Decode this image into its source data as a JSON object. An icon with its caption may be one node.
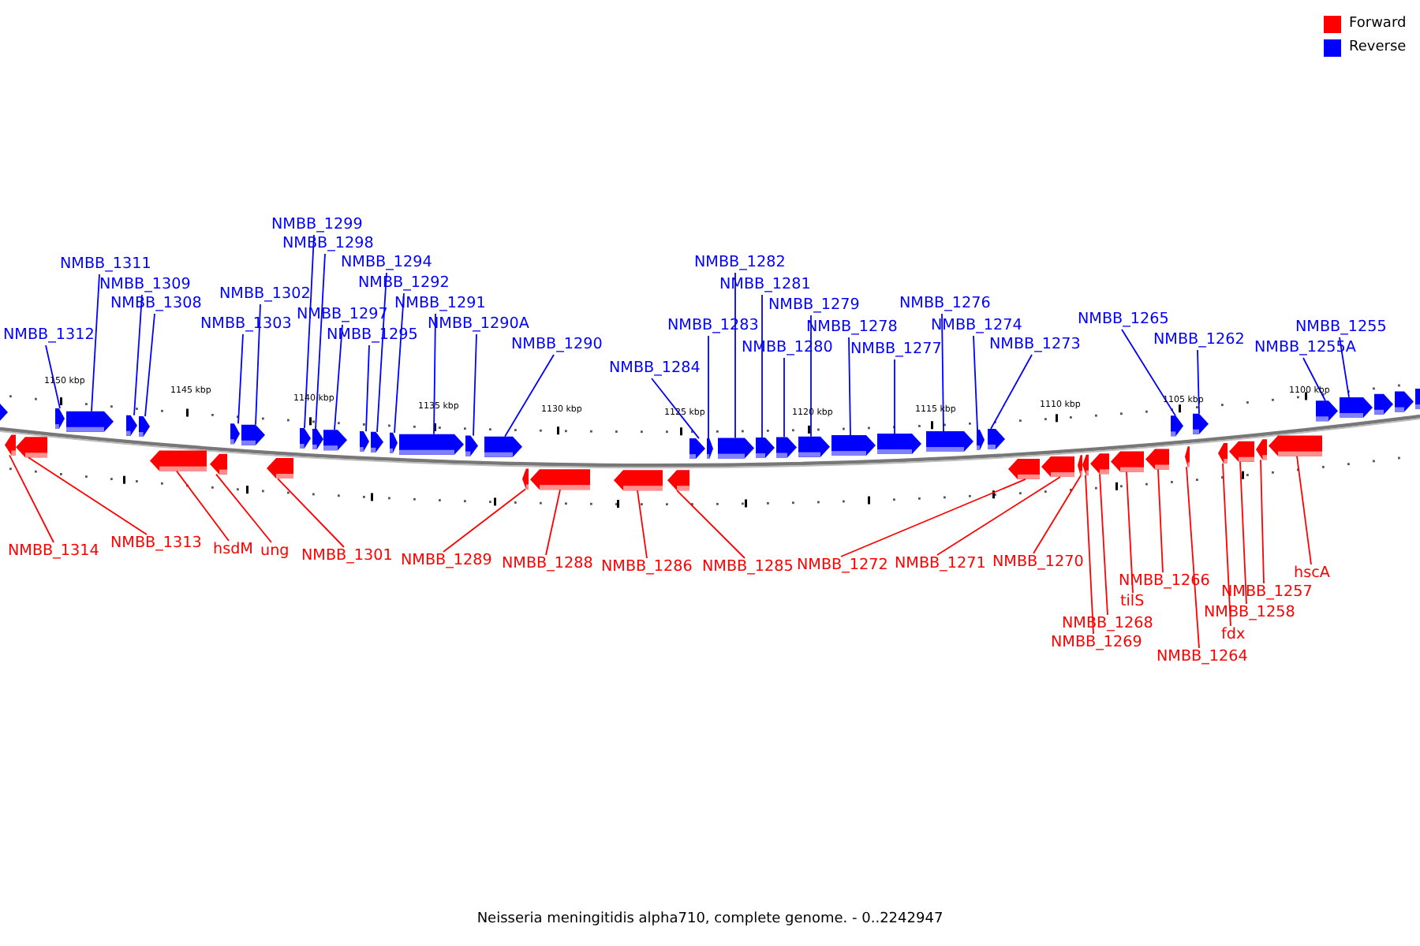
{
  "diagram": {
    "caption": "Neisseria meningitidis alpha710, complete genome. - 0..2242947",
    "nodes": [
      {
        "text": [
          "NMBB_1312"
        ]
      },
      {
        "text": [
          "NMBB_1311"
        ]
      },
      {
        "text": [
          "NMBB_1309"
        ]
      },
      {
        "text": [
          "NMBB_1308"
        ]
      },
      {
        "text": [
          "NMBB_1302"
        ]
      },
      {
        "text": [
          "NMBB_1303"
        ]
      },
      {
        "text": [
          "NMBB_1299"
        ]
      },
      {
        "text": [
          "NMBB_1298"
        ]
      },
      {
        "text": [
          "NMBB_1297"
        ]
      },
      {
        "text": [
          "NMBB_1294"
        ]
      },
      {
        "text": [
          "NMBB_1292"
        ]
      },
      {
        "text": [
          "NMBB_1295"
        ]
      },
      {
        "text": [
          "NMBB_1291"
        ]
      },
      {
        "text": [
          "NMBB_1290A"
        ]
      },
      {
        "text": [
          "NMBB_1290"
        ]
      },
      {
        "text": [
          "NMBB_1284"
        ]
      },
      {
        "text": [
          "NMBB_1283"
        ]
      },
      {
        "text": [
          "NMBB_1282"
        ]
      },
      {
        "text": [
          "NMBB_1281"
        ]
      },
      {
        "text": [
          "NMBB_1280"
        ]
      },
      {
        "text": [
          "NMBB_1279"
        ]
      },
      {
        "text": [
          "NMBB_1278"
        ]
      },
      {
        "text": [
          "NMBB_1277"
        ]
      },
      {
        "text": [
          "NMBB_1276"
        ]
      },
      {
        "text": [
          "NMBB_1274"
        ]
      },
      {
        "text": [
          "NMBB_1273"
        ]
      },
      {
        "text": [
          "NMBB_1265"
        ]
      },
      {
        "text": [
          "NMBB_1262"
        ]
      },
      {
        "text": [
          "NMBB_1255A"
        ]
      },
      {
        "text": [
          "NMBB_1255"
        ]
      },
      {
        "text": [
          "NMBB_1314"
        ]
      },
      {
        "text": [
          "NMBB_1313"
        ]
      },
      {
        "text": [
          "hsdM"
        ]
      },
      {
        "text": [
          "ung"
        ]
      },
      {
        "text": [
          "NMBB_1301"
        ]
      },
      {
        "text": [
          "NMBB_1289"
        ]
      },
      {
        "text": [
          "NMBB_1288"
        ]
      },
      {
        "text": [
          "NMBB_1286"
        ]
      },
      {
        "text": [
          "NMBB_1285"
        ]
      },
      {
        "text": [
          "NMBB_1272"
        ]
      },
      {
        "text": [
          "NMBB_1271"
        ]
      },
      {
        "text": [
          "NMBB_1270"
        ]
      },
      {
        "text": [
          "NMBB_1266"
        ]
      },
      {
        "text": [
          "tilS"
        ]
      },
      {
        "text": [
          "NMBB_1268"
        ]
      },
      {
        "text": [
          "NMBB_1269"
        ]
      },
      {
        "text": [
          "NMBB_1264"
        ]
      },
      {
        "text": [
          "NMBB_1257"
        ]
      },
      {
        "text": [
          "NMBB_1258"
        ]
      },
      {
        "text": [
          "fdx"
        ]
      },
      {
        "text": [
          "hscA"
        ]
      },
      {
        "text": [],
        "shape": "arrow"
      },
      {
        "text": [],
        "shape": "arrow"
      },
      {
        "text": [],
        "shape": "arrow"
      },
      {
        "text": [],
        "shape": "arrow"
      },
      {
        "text": [],
        "shape": "arrow"
      },
      {
        "text": [],
        "shape": "arrow"
      },
      {
        "text": [],
        "shape": "arrow"
      },
      {
        "text": [],
        "shape": "arrow"
      },
      {
        "text": [],
        "shape": "arrow"
      },
      {
        "text": [],
        "shape": "arrow"
      },
      {
        "text": [],
        "shape": "arrow"
      },
      {
        "text": [],
        "shape": "arrow"
      },
      {
        "text": [],
        "shape": "arrow"
      },
      {
        "text": [],
        "shape": "arrow"
      },
      {
        "text": [],
        "shape": "arrow"
      },
      {
        "text": [],
        "shape": "arrow"
      },
      {
        "text": [],
        "shape": "arrow"
      },
      {
        "text": [],
        "shape": "arrow"
      },
      {
        "text": [],
        "shape": "arrow"
      },
      {
        "text": [],
        "shape": "arrow"
      },
      {
        "text": [],
        "shape": "arrow"
      },
      {
        "text": [],
        "shape": "arrow"
      },
      {
        "text": [],
        "shape": "arrow"
      },
      {
        "text": [],
        "shape": "arrow"
      },
      {
        "text": [],
        "shape": "arrow"
      },
      {
        "text": [],
        "shape": "arrow"
      },
      {
        "text": [],
        "shape": "arrow"
      },
      {
        "text": [],
        "shape": "arrow"
      },
      {
        "text": [],
        "shape": "arrow"
      },
      {
        "text": [],
        "shape": "arrow"
      },
      {
        "text": [],
        "shape": "arrow"
      },
      {
        "text": [],
        "shape": "arrow"
      },
      {
        "text": [],
        "shape": "arrow"
      },
      {
        "text": [],
        "shape": "arrow"
      },
      {
        "text": [],
        "shape": "arrow"
      },
      {
        "text": [],
        "shape": "arrow"
      },
      {
        "text": [],
        "shape": "arrow"
      },
      {
        "text": [],
        "shape": "arrow"
      },
      {
        "text": [],
        "shape": "arrow"
      },
      {
        "text": [],
        "shape": "arrow"
      },
      {
        "text": [],
        "shape": "arrow"
      },
      {
        "text": [],
        "shape": "arrow"
      },
      {
        "text": [],
        "shape": "arrow"
      },
      {
        "text": [],
        "shape": "arrow"
      },
      {
        "text": [],
        "shape": "arrow"
      },
      {
        "text": [],
        "shape": "arrow"
      },
      {
        "text": [],
        "shape": "arrow"
      },
      {
        "text": [],
        "shape": "arrow"
      },
      {
        "text": [],
        "shape": "arrow"
      },
      {
        "text": [],
        "shape": "arrow"
      },
      {
        "text": [],
        "shape": "arrow"
      },
      {
        "text": [],
        "shape": "arrow"
      },
      {
        "text": [],
        "shape": "arrow"
      },
      {
        "text": [],
        "shape": "arrow"
      },
      {
        "text": [],
        "shape": "arrow"
      }
    ],
    "edges": [
      {
        "from": 0,
        "to": 52,
        "arrow": "none"
      },
      {
        "from": 1,
        "to": 53,
        "arrow": "none"
      },
      {
        "from": 2,
        "to": 54,
        "arrow": "none"
      },
      {
        "from": 3,
        "to": 55,
        "arrow": "none"
      },
      {
        "from": 4,
        "to": 57,
        "arrow": "none"
      },
      {
        "from": 5,
        "to": 56,
        "arrow": "none"
      },
      {
        "from": 6,
        "to": 58,
        "arrow": "none"
      },
      {
        "from": 7,
        "to": 59,
        "arrow": "none"
      },
      {
        "from": 8,
        "to": 60,
        "arrow": "none"
      },
      {
        "from": 9,
        "to": 62,
        "arrow": "none"
      },
      {
        "from": 10,
        "to": 63,
        "arrow": "none"
      },
      {
        "from": 11,
        "to": 61,
        "arrow": "none"
      },
      {
        "from": 12,
        "to": 64,
        "arrow": "none"
      },
      {
        "from": 13,
        "to": 65,
        "arrow": "none"
      },
      {
        "from": 14,
        "to": 66,
        "arrow": "none"
      },
      {
        "from": 15,
        "to": 67,
        "arrow": "none"
      },
      {
        "from": 16,
        "to": 68,
        "arrow": "none"
      },
      {
        "from": 17,
        "to": 69,
        "arrow": "none"
      },
      {
        "from": 18,
        "to": 70,
        "arrow": "none"
      },
      {
        "from": 19,
        "to": 71,
        "arrow": "none"
      },
      {
        "from": 20,
        "to": 72,
        "arrow": "none"
      },
      {
        "from": 21,
        "to": 73,
        "arrow": "none"
      },
      {
        "from": 22,
        "to": 74,
        "arrow": "none"
      },
      {
        "from": 23,
        "to": 75,
        "arrow": "none"
      },
      {
        "from": 24,
        "to": 76,
        "arrow": "none"
      },
      {
        "from": 25,
        "to": 77,
        "arrow": "none"
      },
      {
        "from": 26,
        "to": 78,
        "arrow": "none"
      },
      {
        "from": 27,
        "to": 79,
        "arrow": "none"
      },
      {
        "from": 28,
        "to": 80,
        "arrow": "none"
      },
      {
        "from": 29,
        "to": 81,
        "arrow": "none"
      },
      {
        "from": 30,
        "to": 85,
        "arrow": "none",
        "color": "#ff0000"
      },
      {
        "from": 31,
        "to": 86,
        "arrow": "none",
        "color": "#ff0000"
      },
      {
        "from": 32,
        "to": 87,
        "arrow": "none",
        "color": "#ff0000"
      },
      {
        "from": 33,
        "to": 88,
        "arrow": "none",
        "color": "#ff0000"
      },
      {
        "from": 34,
        "to": 89,
        "arrow": "none",
        "color": "#ff0000"
      },
      {
        "from": 35,
        "to": 90,
        "arrow": "none",
        "color": "#ff0000"
      },
      {
        "from": 36,
        "to": 91,
        "arrow": "none",
        "color": "#ff0000"
      },
      {
        "from": 37,
        "to": 92,
        "arrow": "none",
        "color": "#ff0000"
      },
      {
        "from": 38,
        "to": 93,
        "arrow": "none",
        "color": "#ff0000"
      },
      {
        "from": 39,
        "to": 94,
        "arrow": "none",
        "color": "#ff0000"
      },
      {
        "from": 40,
        "to": 95,
        "arrow": "none",
        "color": "#ff0000"
      },
      {
        "from": 41,
        "to": 96,
        "arrow": "none",
        "color": "#ff0000"
      },
      {
        "from": 42,
        "to": 100,
        "arrow": "none",
        "color": "#ff0000"
      },
      {
        "from": 43,
        "to": 99,
        "arrow": "none",
        "color": "#ff0000"
      },
      {
        "from": 44,
        "to": 98,
        "arrow": "none",
        "color": "#ff0000"
      },
      {
        "from": 45,
        "to": 97,
        "arrow": "none",
        "color": "#ff0000"
      },
      {
        "from": 46,
        "to": 101,
        "arrow": "none",
        "color": "#ff0000"
      },
      {
        "from": 47,
        "to": 104,
        "arrow": "none",
        "color": "#ff0000"
      },
      {
        "from": 48,
        "to": 103,
        "arrow": "none",
        "color": "#ff0000"
      },
      {
        "from": 49,
        "to": 102,
        "arrow": "none",
        "color": "#ff0000"
      },
      {
        "from": 50,
        "to": 105,
        "arrow": "none",
        "color": "#ff0000"
      }
    ],
    "labels": [
      "1150 kbp",
      "1145 kbp",
      "1140 kbp",
      "1135 kbp",
      "1130 kbp",
      "1125 kbp",
      "1120 kbp",
      "1115 kbp",
      "1110 kbp",
      "1105 kbp",
      "1100 kbp"
    ],
    "legend": [
      {
        "text": "Forward",
        "color": "#ff0000"
      },
      {
        "text": "Reverse",
        "color": "#0000ff"
      }
    ]
  }
}
